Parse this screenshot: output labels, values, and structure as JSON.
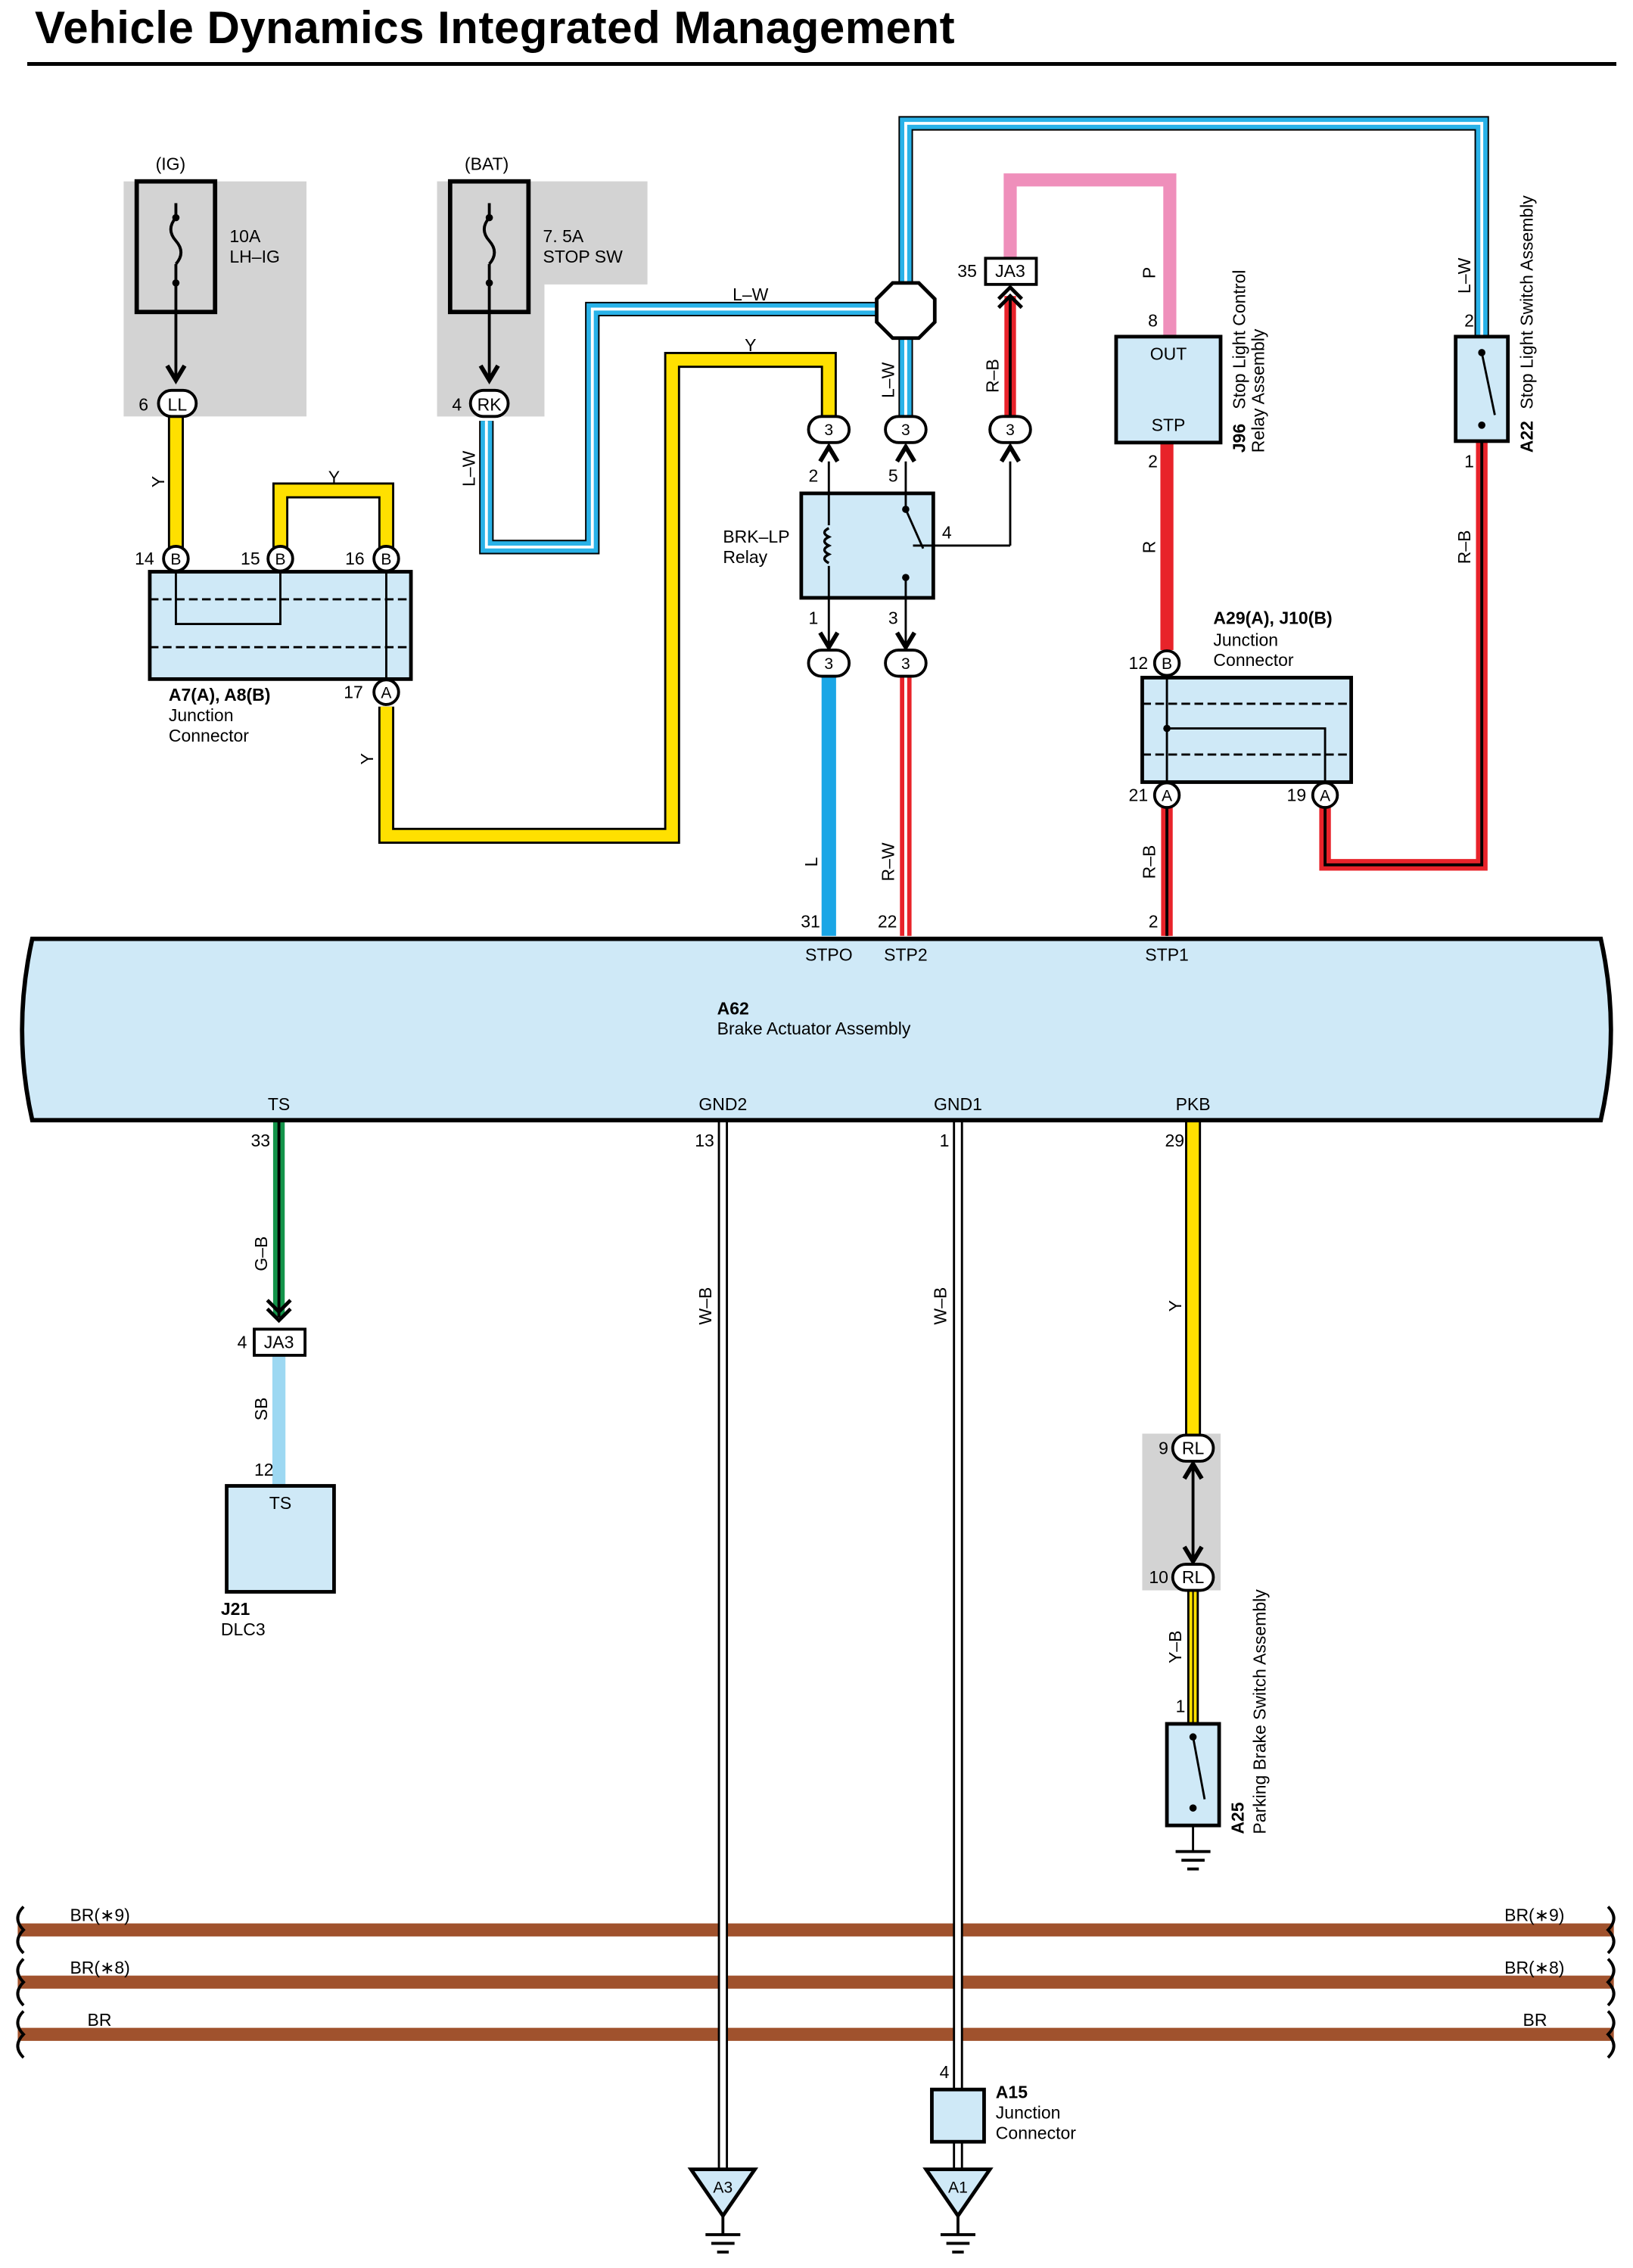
{
  "title": "Vehicle Dynamics Integrated Management",
  "colors": {
    "Y": "#ffe000",
    "L": "#1aa6e6",
    "L-W": "#29b2e8",
    "R": "#e8232a",
    "P": "#ef8fbb",
    "G": "#14944a",
    "SB": "#9dd8f2",
    "W": "#ffffff",
    "BR": "#a0522d",
    "component_fill": "#cfe9f7",
    "shade": "#d3d3d3"
  },
  "fuses": {
    "ig": {
      "source": "(IG)",
      "rating": "10A",
      "name": "LH–IG",
      "connector": "LL",
      "pin": "6"
    },
    "bat": {
      "source": "(BAT)",
      "rating": "7. 5A",
      "name": "STOP SW",
      "connector": "RK",
      "pin": "4"
    }
  },
  "junction_a7": {
    "id": "A7(A), A8(B)",
    "line1": "Junction",
    "line2": "Connector",
    "pins": [
      {
        "num": "14",
        "letter": "B"
      },
      {
        "num": "15",
        "letter": "B"
      },
      {
        "num": "16",
        "letter": "B"
      },
      {
        "num": "17",
        "letter": "A"
      }
    ]
  },
  "relay_brk": {
    "name": "BRK–LP",
    "sub": "Relay",
    "pin2": "2",
    "pin5": "5",
    "pin4": "4",
    "pin1": "1",
    "pin3": "3",
    "conn": "3"
  },
  "ja3_top": {
    "label": "JA3",
    "pin": "35"
  },
  "ja3_bottom": {
    "label": "JA3",
    "pin": "4"
  },
  "j96": {
    "id": "J96",
    "line1": "Stop Light Control",
    "line2": "Relay Assembly",
    "out": "OUT",
    "stp": "STP",
    "pin_out": "8",
    "pin_stp": "2"
  },
  "a22": {
    "id": "A22",
    "name": "Stop Light Switch Assembly",
    "pin_top": "2",
    "pin_bottom": "1"
  },
  "junction_a29": {
    "id": "A29(A), J10(B)",
    "line1": "Junction",
    "line2": "Connector",
    "pins": [
      {
        "num": "12",
        "letter": "B"
      },
      {
        "num": "21",
        "letter": "A"
      },
      {
        "num": "19",
        "letter": "A"
      }
    ]
  },
  "actuator": {
    "id": "A62",
    "name": "Brake Actuator Assembly",
    "top_terminals": [
      {
        "name": "STPO",
        "pin": "31"
      },
      {
        "name": "STP2",
        "pin": "22"
      },
      {
        "name": "STP1",
        "pin": "2"
      }
    ],
    "bottom_terminals": [
      {
        "name": "TS",
        "pin": "33"
      },
      {
        "name": "GND2",
        "pin": "13"
      },
      {
        "name": "GND1",
        "pin": "1"
      },
      {
        "name": "PKB",
        "pin": "29"
      }
    ]
  },
  "dlc3": {
    "id": "J21",
    "name": "DLC3",
    "terminal": "TS",
    "pin": "12"
  },
  "rl_connector": {
    "label": "RL",
    "pin_top": "9",
    "pin_bottom": "10"
  },
  "a25": {
    "id": "A25",
    "name": "Parking Brake Switch Assembly",
    "pin": "1"
  },
  "a15": {
    "id": "A15",
    "line1": "Junction",
    "line2": "Connector",
    "pin": "4"
  },
  "grounds": [
    {
      "label": "A3"
    },
    {
      "label": "A1"
    }
  ],
  "wire_labels": {
    "y_fuse": "Y",
    "y_jumper": "Y",
    "y_17": "Y",
    "y_top": "Y",
    "lw_rk": "L–W",
    "lw_top": "L–W",
    "lw_relay": "L–W",
    "lw_a22": "L–W",
    "rb_ja3": "R–B",
    "p_j96": "P",
    "r_j96": "R",
    "rb_a22": "R–B",
    "l_stpo": "L",
    "rw_stp2": "R–W",
    "rb_stp1": "R–B",
    "gb_ts": "G–B",
    "sb_ts": "SB",
    "wb_gnd2": "W–B",
    "wb_gnd1": "W–B",
    "y_pkb": "Y",
    "yb_pkb": "Y–B"
  },
  "br_buses": [
    {
      "left": "BR(∗9)",
      "right": "BR(∗9)"
    },
    {
      "left": "BR(∗8)",
      "right": "BR(∗8)"
    },
    {
      "left": "BR",
      "right": "BR"
    }
  ]
}
